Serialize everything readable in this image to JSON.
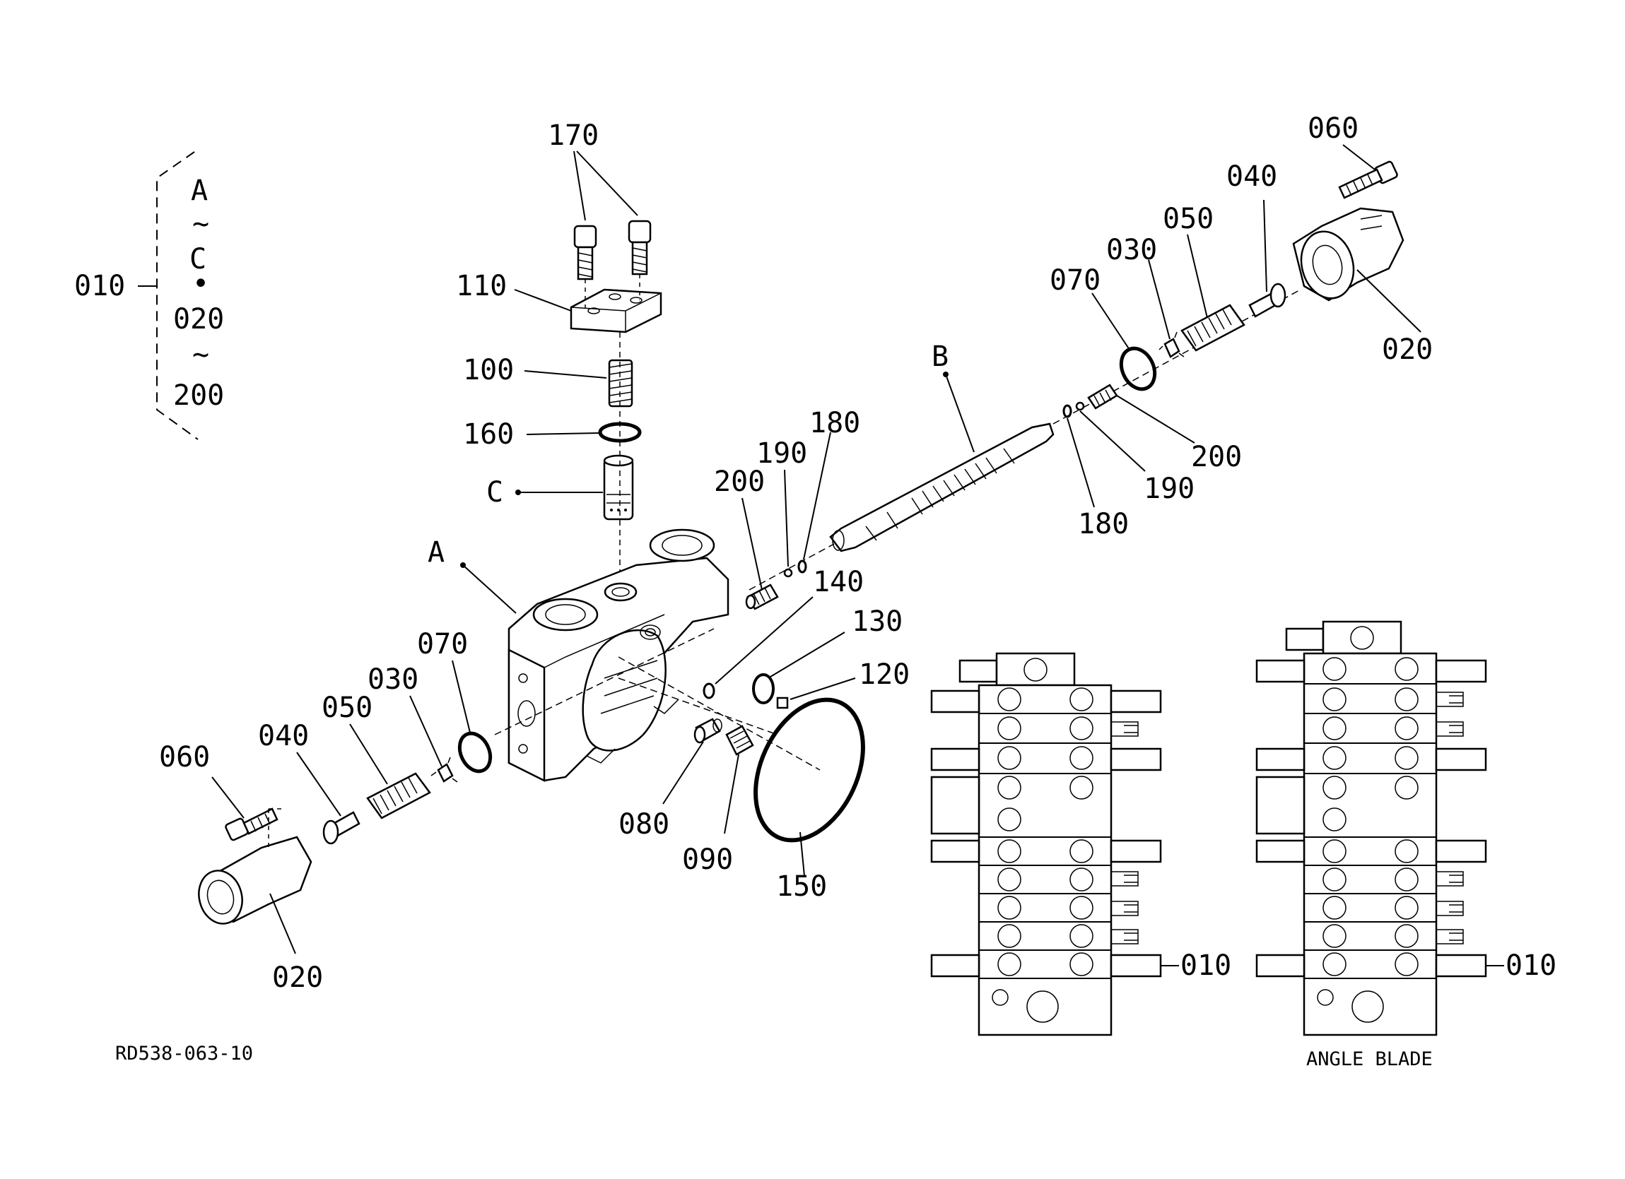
{
  "bracket": {
    "label": "010",
    "items": [
      "A",
      "~",
      "C",
      "•",
      "020",
      "~",
      "200"
    ]
  },
  "labels": {
    "p170": "170",
    "p110": "110",
    "p100": "100",
    "p160": "160",
    "pC": "C",
    "pA": "A",
    "pB": "B",
    "p060r": "060",
    "p040r": "040",
    "p050r": "050",
    "p030r": "030",
    "p070r": "070",
    "p020r": "020",
    "p180u": "180",
    "p190u": "190",
    "p200u": "200",
    "p200r": "200",
    "p190r": "190",
    "p180r": "180",
    "p140": "140",
    "p130": "130",
    "p120": "120",
    "p070l": "070",
    "p030l": "030",
    "p050l": "050",
    "p040l": "040",
    "p060l": "060",
    "p020l": "020",
    "p080": "080",
    "p090": "090",
    "p150": "150",
    "p010a": "010",
    "p010b": "010"
  },
  "drawing_number": "RD538-063-10",
  "angle_blade_caption": "ANGLE BLADE"
}
